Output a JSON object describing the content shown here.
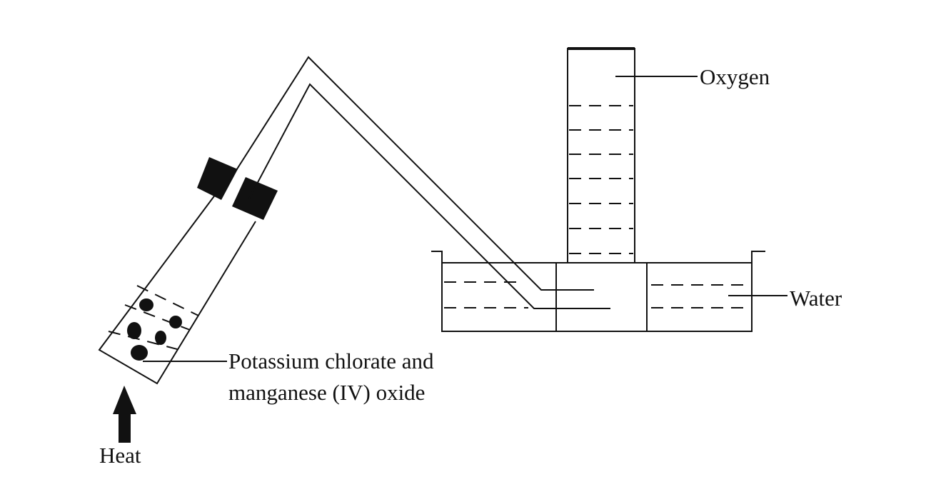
{
  "labels": {
    "oxygen": "Oxygen",
    "water": "Water",
    "reactant_line1": "Potassium chlorate and",
    "reactant_line2": "manganese (IV) oxide",
    "heat": "Heat"
  },
  "colors": {
    "ink": "#111111",
    "background": "#ffffff"
  }
}
